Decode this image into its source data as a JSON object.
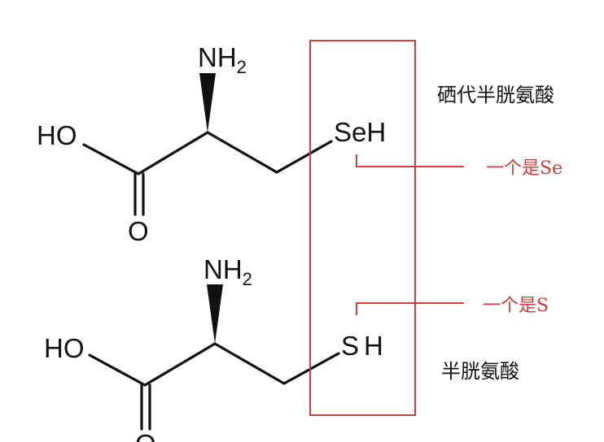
{
  "molecules": {
    "selenocysteine": {
      "name": "硒代半胱氨酸",
      "amino": "NH",
      "amino_sub": "2",
      "hydroxyl": "HO",
      "oxygen": "O",
      "functional_group": "SeH"
    },
    "cysteine": {
      "name": "半胱氨酸",
      "amino": "NH",
      "amino_sub": "2",
      "hydroxyl": "HO",
      "oxygen": "O",
      "functional_group_s": "S",
      "functional_group_h": "H"
    }
  },
  "annotations": {
    "top": "一个是Se",
    "bottom": "一个是S"
  },
  "colors": {
    "annotation": "#d23b3b",
    "structure": "#111111"
  }
}
